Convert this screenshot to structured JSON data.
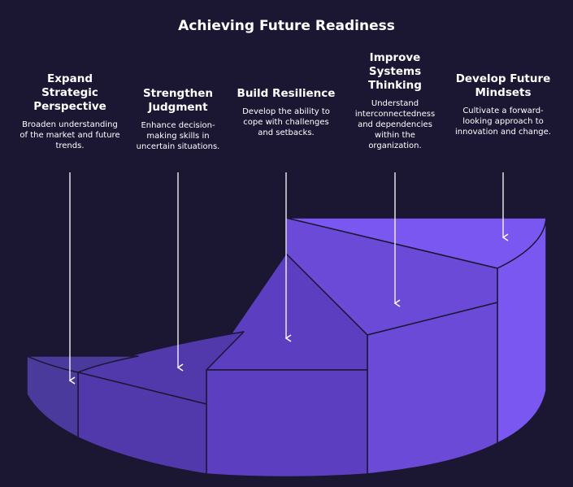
{
  "title": "Achieving Future Readiness",
  "steps": [
    {
      "title": "Expand Strategic Perspective",
      "desc": "Broaden understanding of the market and future trends."
    },
    {
      "title": "Strengthen Judgment",
      "desc": "Enhance decision-making skills in uncertain situations."
    },
    {
      "title": "Build Resilience",
      "desc": "Develop the ability to cope with challenges and setbacks."
    },
    {
      "title": "Improve Systems Thinking",
      "desc": "Understand interconnectedness and dependencies within the organization."
    },
    {
      "title": "Develop Future Mindsets",
      "desc": "Cultivate a forward-looking approach to innovation and change."
    }
  ],
  "colors": {
    "background": "#1b1733",
    "step1": "#4a3a9c",
    "step2": "#5239ab",
    "step3": "#5b3fc0",
    "step4": "#6a4ad6",
    "step5": "#7b57f2",
    "outline": "#1b1733",
    "arrow": "#ffffff"
  }
}
